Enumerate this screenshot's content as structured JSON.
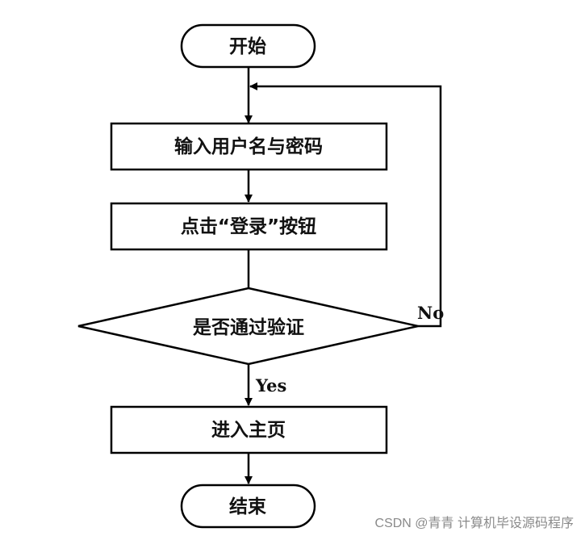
{
  "flowchart": {
    "nodes": {
      "start": "开始",
      "input": "输入用户名与密码",
      "click": "点击“登录”按钮",
      "decision": "是否通过验证",
      "home": "进入主页",
      "end": "结束"
    },
    "edges": {
      "yes_label": "Yes",
      "no_label": "No"
    }
  },
  "watermark": "CSDN @青青  计算机毕设源码程序"
}
